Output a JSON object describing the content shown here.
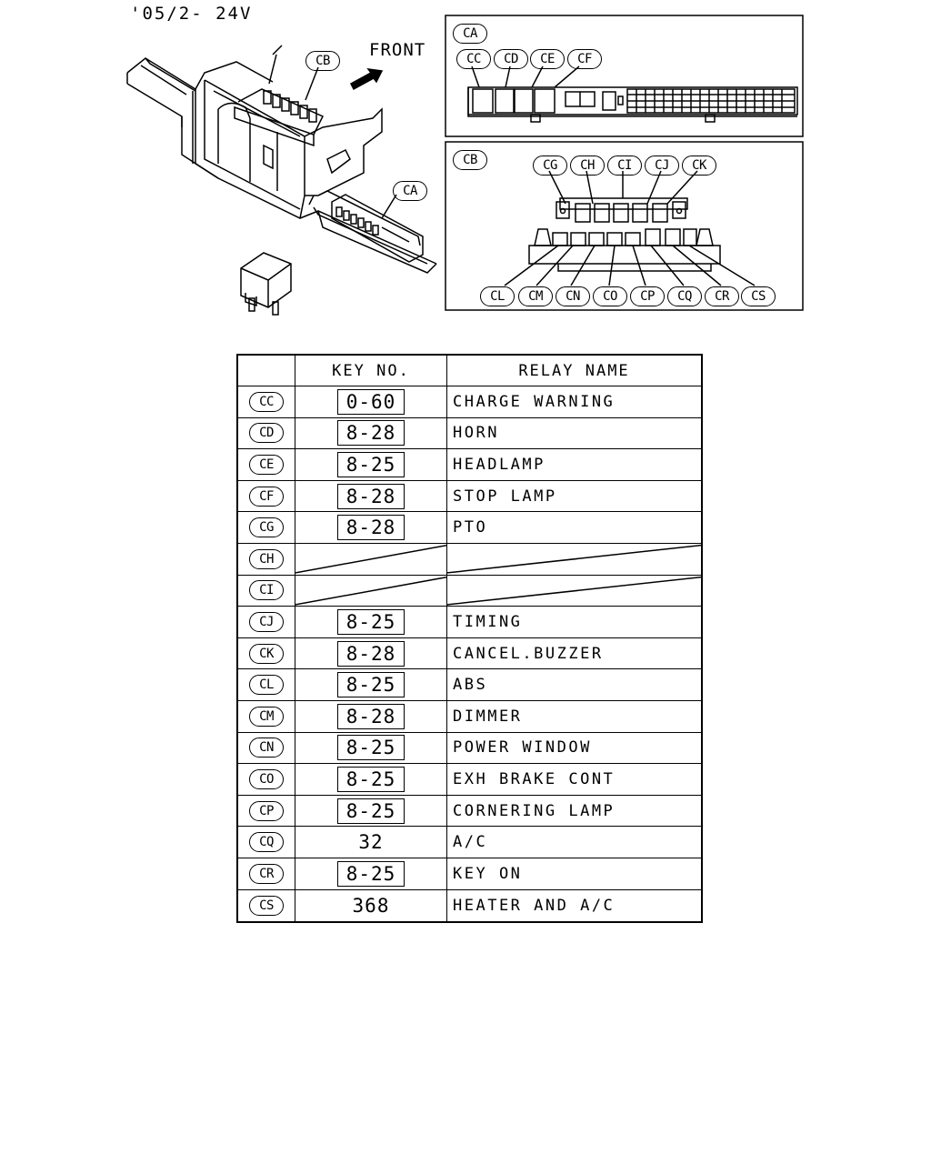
{
  "heading": "'05/2- 24V",
  "front_label": "FRONT",
  "diagram_callouts": {
    "main": [
      "CB",
      "CA"
    ],
    "box_ca": [
      "CA",
      "CC",
      "CD",
      "CE",
      "CF"
    ],
    "box_cb": [
      "CB",
      "CG",
      "CH",
      "CI",
      "CJ",
      "CK",
      "CL",
      "CM",
      "CN",
      "CO",
      "CP",
      "CQ",
      "CR",
      "CS"
    ]
  },
  "table": {
    "headers": [
      "",
      "KEY NO.",
      "RELAY NAME"
    ],
    "rows": [
      {
        "code": "CC",
        "key": "0-60",
        "boxed": true,
        "name": "CHARGE WARNING"
      },
      {
        "code": "CD",
        "key": "8-28",
        "boxed": true,
        "name": "HORN"
      },
      {
        "code": "CE",
        "key": "8-25",
        "boxed": true,
        "name": "HEADLAMP"
      },
      {
        "code": "CF",
        "key": "8-28",
        "boxed": true,
        "name": "STOP LAMP"
      },
      {
        "code": "CG",
        "key": "8-28",
        "boxed": true,
        "name": "PTO"
      },
      {
        "code": "CH",
        "key": "",
        "boxed": false,
        "name": "",
        "empty": true
      },
      {
        "code": "CI",
        "key": "",
        "boxed": false,
        "name": "",
        "empty": true
      },
      {
        "code": "CJ",
        "key": "8-25",
        "boxed": true,
        "name": "TIMING"
      },
      {
        "code": "CK",
        "key": "8-28",
        "boxed": true,
        "name": "CANCEL.BUZZER"
      },
      {
        "code": "CL",
        "key": "8-25",
        "boxed": true,
        "name": "ABS"
      },
      {
        "code": "CM",
        "key": "8-28",
        "boxed": true,
        "name": "DIMMER"
      },
      {
        "code": "CN",
        "key": "8-25",
        "boxed": true,
        "name": "POWER WINDOW"
      },
      {
        "code": "CO",
        "key": "8-25",
        "boxed": true,
        "name": "EXH BRAKE CONT"
      },
      {
        "code": "CP",
        "key": "8-25",
        "boxed": true,
        "name": "CORNERING LAMP"
      },
      {
        "code": "CQ",
        "key": "32",
        "boxed": false,
        "name": "A/C"
      },
      {
        "code": "CR",
        "key": "8-25",
        "boxed": true,
        "name": "KEY ON"
      },
      {
        "code": "CS",
        "key": "368",
        "boxed": false,
        "name": "HEATER AND A/C"
      }
    ]
  }
}
